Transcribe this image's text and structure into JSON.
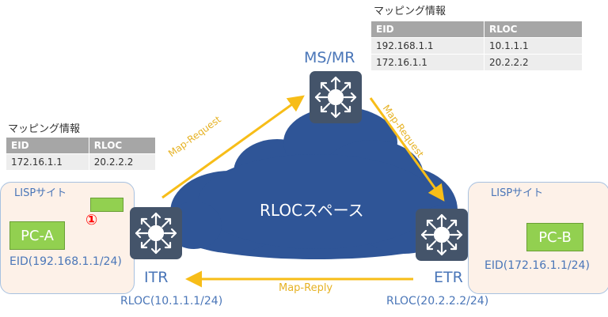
{
  "left_table": {
    "title": "マッピング情報",
    "headers": [
      "EID",
      "RLOC"
    ],
    "rows": [
      [
        "172.16.1.1",
        "20.2.2.2"
      ]
    ]
  },
  "right_table": {
    "title": "マッピング情報",
    "headers": [
      "EID",
      "RLOC"
    ],
    "rows": [
      [
        "192.168.1.1",
        "10.1.1.1"
      ],
      [
        "172.16.1.1",
        "20.2.2.2"
      ]
    ]
  },
  "left_site": {
    "label": "LISPサイト",
    "pc": "PC-A",
    "eid": "EID(192.168.1.1/24)"
  },
  "right_site": {
    "label": "LISPサイト",
    "pc": "PC-B",
    "eid": "EID(172.16.1.1/24)"
  },
  "routers": {
    "itr": "ITR",
    "etr": "ETR",
    "msmr": "MS/MR"
  },
  "rlocs": {
    "itr": "RLOC(10.1.1.1/24)",
    "etr": "RLOC(20.2.2.2/24)"
  },
  "cloud_label": "RLOCスペース",
  "messages": {
    "itr_to_ms": "Map-Request",
    "ms_to_etr": "Map-Request",
    "etr_to_itr": "Map-Reply"
  },
  "step_marker": "①",
  "colors": {
    "router": "#44546a",
    "cloud": "#2f5597",
    "pc": "#92d050",
    "arrow": "#f7bd18",
    "step_arrow": "#ff0000"
  },
  "icons": [
    "router-icon",
    "cloud-icon"
  ]
}
